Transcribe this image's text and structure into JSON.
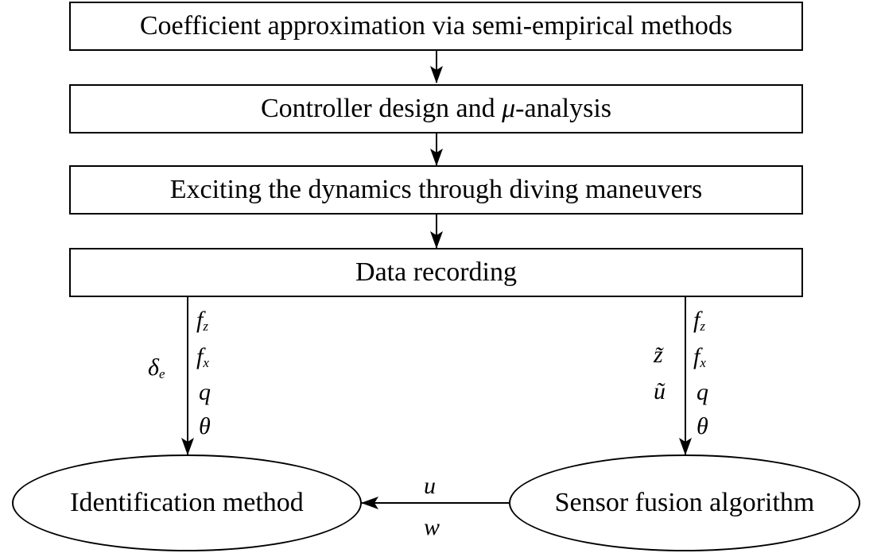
{
  "steps": {
    "step1": "Coefficient approximation via semi-empirical methods",
    "step2_pre": "Controller design and ",
    "step2_mu": "μ",
    "step2_post": "-analysis",
    "step3": "Exciting the dynamics through diving maneuvers",
    "step4": "Data recording"
  },
  "nodes": {
    "identification": "Identification method",
    "sensor_fusion": "Sensor fusion algorithm"
  },
  "left_signals": {
    "delta": "δ",
    "delta_sub": "e",
    "fz": "f",
    "fz_sub": "z",
    "fx": "f",
    "fx_sub": "x",
    "q": "q",
    "theta": "θ"
  },
  "right_signals": {
    "z_tilde": "z̃",
    "u_tilde": "ũ",
    "fz": "f",
    "fz_sub": "z",
    "fx": "f",
    "fx_sub": "x",
    "q": "q",
    "theta": "θ"
  },
  "fusion_outputs": {
    "u": "u",
    "w": "w"
  }
}
